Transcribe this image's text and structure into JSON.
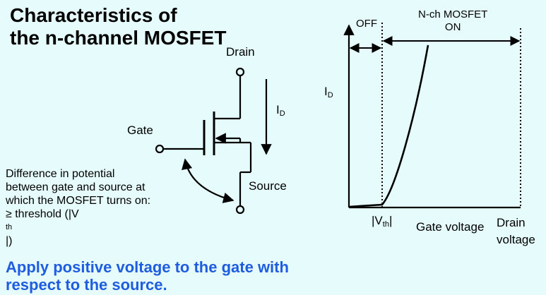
{
  "title": {
    "line1": "Characteristics of",
    "line2": "the n-channel MOSFET"
  },
  "circuit": {
    "drain_label": "Drain",
    "gate_label": "Gate",
    "source_label": "Source",
    "current_label": "I",
    "current_sub": "D"
  },
  "note": {
    "line1": "Difference in potential",
    "line2": "between gate and source at",
    "line3": "which the MOSFET turns on:",
    "line4_prefix": "≥ threshold (|V",
    "line4_sub": "th",
    "line4_suffix": "|)"
  },
  "graph": {
    "y_label": "I",
    "y_label_sub": "D",
    "off_label": "OFF",
    "on_label_line1": "N-ch MOSFET",
    "on_label_line2": "ON",
    "vth_prefix": "|V",
    "vth_sub": "th",
    "vth_suffix": "|",
    "gate_voltage_label": "Gate voltage",
    "drain_voltage_line1": "Drain",
    "drain_voltage_line2": "voltage"
  },
  "footer": {
    "line1": "Apply positive voltage to the gate with",
    "line2": "respect to the source."
  },
  "colors": {
    "background": "#e6fbfb",
    "accent_text": "#1e5ce0",
    "ink": "#000000"
  }
}
